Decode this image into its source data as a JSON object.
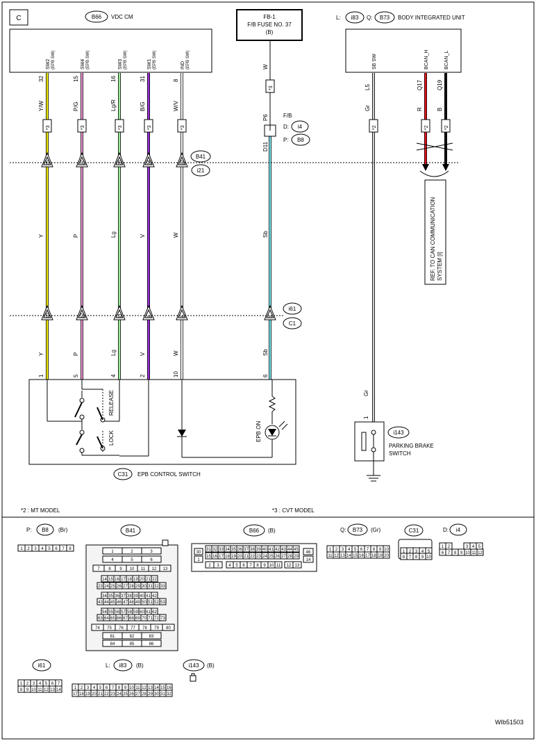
{
  "section_label": "C",
  "vdc": {
    "ref": "B66",
    "title": "VDC CM"
  },
  "fuse": {
    "line1": "FB-1",
    "line2": "F/B FUSE NO. 37",
    "line3": "(B)"
  },
  "biu": {
    "l_prefix": "L:",
    "l_ref": "i83",
    "q_prefix": "Q:",
    "q_ref": "B73",
    "title": "BODY INTEGRATED UNIT"
  },
  "vdc_pins": [
    {
      "name": "SW2",
      "sub": "(EPB SW)",
      "pin": "32",
      "wire": "Y/W",
      "ref": "*3",
      "j1": "25",
      "mid": "Y",
      "j2": "10",
      "low": "Y",
      "sw_pin": "1",
      "color": "#f5f000"
    },
    {
      "name": "SW4",
      "sub": "(EPB SW)",
      "pin": "15",
      "wire": "P/G",
      "ref": "*3",
      "j1": "27",
      "mid": "P",
      "j2": "12",
      "low": "P",
      "sw_pin": "5",
      "color": "#f29ad8"
    },
    {
      "name": "SW3",
      "sub": "(EPB SW)",
      "pin": "16",
      "wire": "Lg/R",
      "ref": "*3",
      "j1": "26",
      "mid": "Lg",
      "j2": "11",
      "low": "Lg",
      "sw_pin": "4",
      "color": "#9ef09e"
    },
    {
      "name": "SW1",
      "sub": "(EPB SW)",
      "pin": "31",
      "wire": "B/G",
      "ref": "*3",
      "j1": "24",
      "mid": "V",
      "j2": "9",
      "low": "V",
      "sw_pin": "2",
      "color": "#9b30d9"
    },
    {
      "name": "IND",
      "sub": "(EPB SW)",
      "pin": "8",
      "wire": "W/V",
      "ref": "*3",
      "j1": "22",
      "mid": "W",
      "j2": "8",
      "low": "W",
      "sw_pin": "10",
      "color": "#ffffff"
    }
  ],
  "fuse_wire": {
    "top": "W",
    "ref": "*3",
    "f_pin": "P6",
    "label_fb": "F/B",
    "d_prefix": "D:",
    "d_ref": "i4",
    "p_prefix": "P:",
    "p_ref": "B8",
    "d_pin": "D11",
    "mid": "Sb",
    "j2": "5",
    "low": "Sb",
    "sw_pin": "6",
    "color": "#7fe8f0"
  },
  "biu_pins": [
    {
      "name": "SB SW",
      "pin": "L5",
      "wire": "Gr",
      "ref": "*2",
      "color": "#cfcfcf"
    },
    {
      "name": "BCAN_H",
      "pin": "Q17",
      "wire": "R",
      "ref": "*2",
      "color": "#e8141e"
    },
    {
      "name": "BCAN_L",
      "pin": "Q19",
      "wire": "B",
      "ref": "*2",
      "color": "#111111"
    }
  ],
  "junction_top": {
    "ref1": "B41",
    "ref2": "i21"
  },
  "junction_bottom": {
    "ref1": "i61",
    "ref2": "C1"
  },
  "can_ref": {
    "line1": "REF. TO CAN COMMUNICATION",
    "line2": "SYSTEM [I]"
  },
  "epb_switch": {
    "ref": "C31",
    "title": "EPB CONTROL SWITCH",
    "release": "RELEASE",
    "lock": "LOCK",
    "epb_on": "EPB ON"
  },
  "parking": {
    "ref": "i143",
    "title1": "PARKING BRAKE",
    "title2": "SWITCH",
    "wire": "Gr",
    "pin": "1"
  },
  "notes": {
    "n2": "*2  : MT MODEL",
    "n3": "*3  : CVT MODEL"
  },
  "connectors": {
    "b8": {
      "prefix": "P:",
      "ref": "B8",
      "color": "(Br)",
      "row": [
        "1",
        "2",
        "3",
        "4",
        "5",
        "6",
        "7",
        "8"
      ]
    },
    "b41": {
      "ref": "B41"
    },
    "b66": {
      "ref": "B66",
      "color": "(B)"
    },
    "b73": {
      "prefix": "Q:",
      "ref": "B73",
      "color": "(Gr)"
    },
    "c31": {
      "ref": "C31"
    },
    "i4": {
      "prefix": "D:",
      "ref": "i4"
    },
    "i61": {
      "ref": "i61"
    },
    "i83": {
      "prefix": "L:",
      "ref": "i83",
      "color": "(B)"
    },
    "i143": {
      "ref": "i143",
      "color": "(B)"
    }
  },
  "doc_id": "WIb51503"
}
